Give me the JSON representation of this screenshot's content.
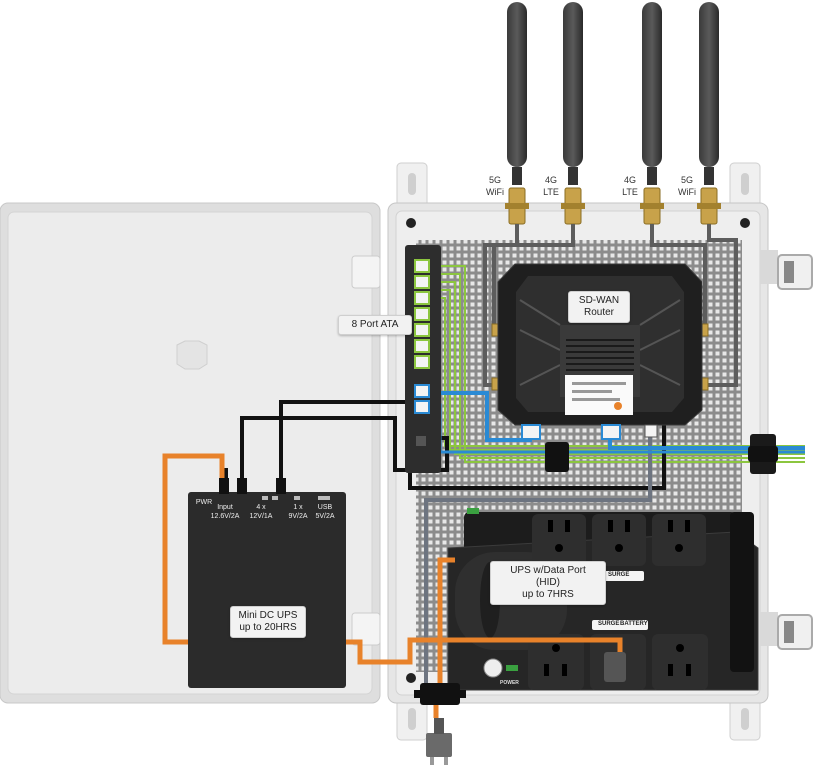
{
  "antennas": [
    {
      "band": "5G",
      "type": "WiFi"
    },
    {
      "band": "4G",
      "type": "LTE"
    },
    {
      "band": "4G",
      "type": "LTE"
    },
    {
      "band": "5G",
      "type": "WiFi"
    }
  ],
  "callouts": {
    "ata": "8 Port ATA",
    "router_line1": "SD-WAN",
    "router_line2": "Router",
    "ups_line1": "UPS w/Data Port (HID)",
    "ups_line2": "up to 7HRS",
    "dc_ups_line1": "Mini DC UPS",
    "dc_ups_line2": "up to 20HRS"
  },
  "dc_ups_ports": {
    "pwr": "PWR",
    "input_label": "Input",
    "input_spec": "12.6V/2A",
    "out4_label": "4 x",
    "out4_spec": "12V/1A",
    "out1_label": "1 x",
    "out1_spec": "9V/2A",
    "usb_label": "USB",
    "usb_spec": "5V/2A"
  },
  "ups_panel": {
    "surge": "SURGE",
    "surge_battery_1": "SURGE",
    "surge_battery_2": "BATTERY",
    "power": "POWER"
  },
  "colors": {
    "enclosure": "#ebebeb",
    "enclosure_border": "#cdcdcd",
    "pegboard": "#8c8c8c",
    "device_dark": "#2b2b2b",
    "power_cable": "#e8822a",
    "lan_cable": "#2a8ad4",
    "phone_cable": "#8cc63f",
    "wire_black": "#111111",
    "wire_gray": "#666666",
    "sma_gold": "#c8a24a"
  }
}
